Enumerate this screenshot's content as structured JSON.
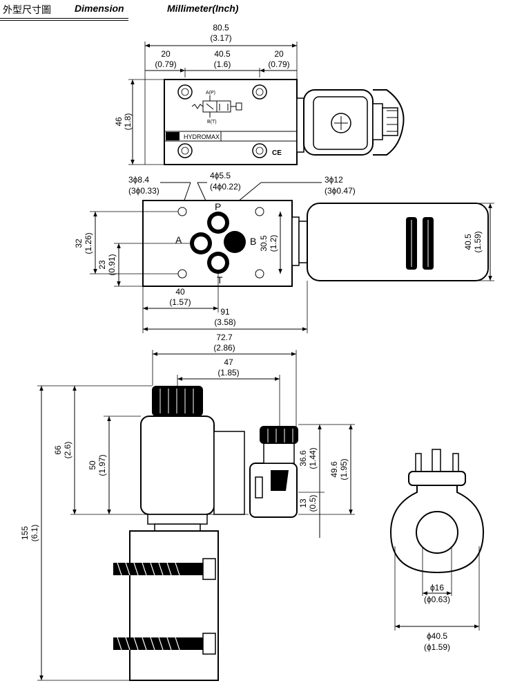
{
  "header": {
    "title_cn": "外型尺寸圖",
    "title_en": "Dimension",
    "units": "Millimeter(Inch)"
  },
  "top_view": {
    "brand": "HYDROMAX",
    "ce_mark": "CE",
    "port_a": "A(P)",
    "port_b": "B(T)",
    "dims": {
      "overall_width": [
        "80.5",
        "(3.17)"
      ],
      "left": [
        "20",
        "(0.79)"
      ],
      "middle": [
        "40.5",
        "(1.6)"
      ],
      "right": [
        "20",
        "(0.79)"
      ],
      "height": [
        "46",
        "(1.8)"
      ]
    }
  },
  "port_view": {
    "labels": {
      "P": "P",
      "A": "A",
      "B": "B",
      "T": "T"
    },
    "dims": {
      "hole_a": [
        "3ϕ8.4",
        "(3ϕ0.33)"
      ],
      "hole_b": [
        "4ϕ5.5",
        "(4ϕ0.22)"
      ],
      "hole_c": [
        "3ϕ12",
        "(3ϕ0.47)"
      ],
      "h32": [
        "32",
        "(1.26)"
      ],
      "h23": [
        "23",
        "(0.91)"
      ],
      "h30_5": [
        "30.5",
        "(1.2)"
      ],
      "h40_5": [
        "40.5",
        "(1.59)"
      ],
      "w40": [
        "40",
        "(1.57)"
      ],
      "w91": [
        "91",
        "(3.58)"
      ]
    }
  },
  "side_view": {
    "dims": {
      "w72_7": [
        "72.7",
        "(2.86)"
      ],
      "w47": [
        "47",
        "(1.85)"
      ],
      "h155": [
        "155",
        "(6.1)"
      ],
      "h66": [
        "66",
        "(2.6)"
      ],
      "h50": [
        "50",
        "(1.97)"
      ],
      "h36_6": [
        "36.6",
        "(1.44)"
      ],
      "h49_6": [
        "49.6",
        "(1.95)"
      ],
      "h13": [
        "13",
        "(0.5)"
      ]
    }
  },
  "coil_view": {
    "dims": {
      "d16": [
        "ϕ16",
        "(ϕ0.63)"
      ],
      "d40_5": [
        "ϕ40.5",
        "(ϕ1.59)"
      ]
    }
  }
}
